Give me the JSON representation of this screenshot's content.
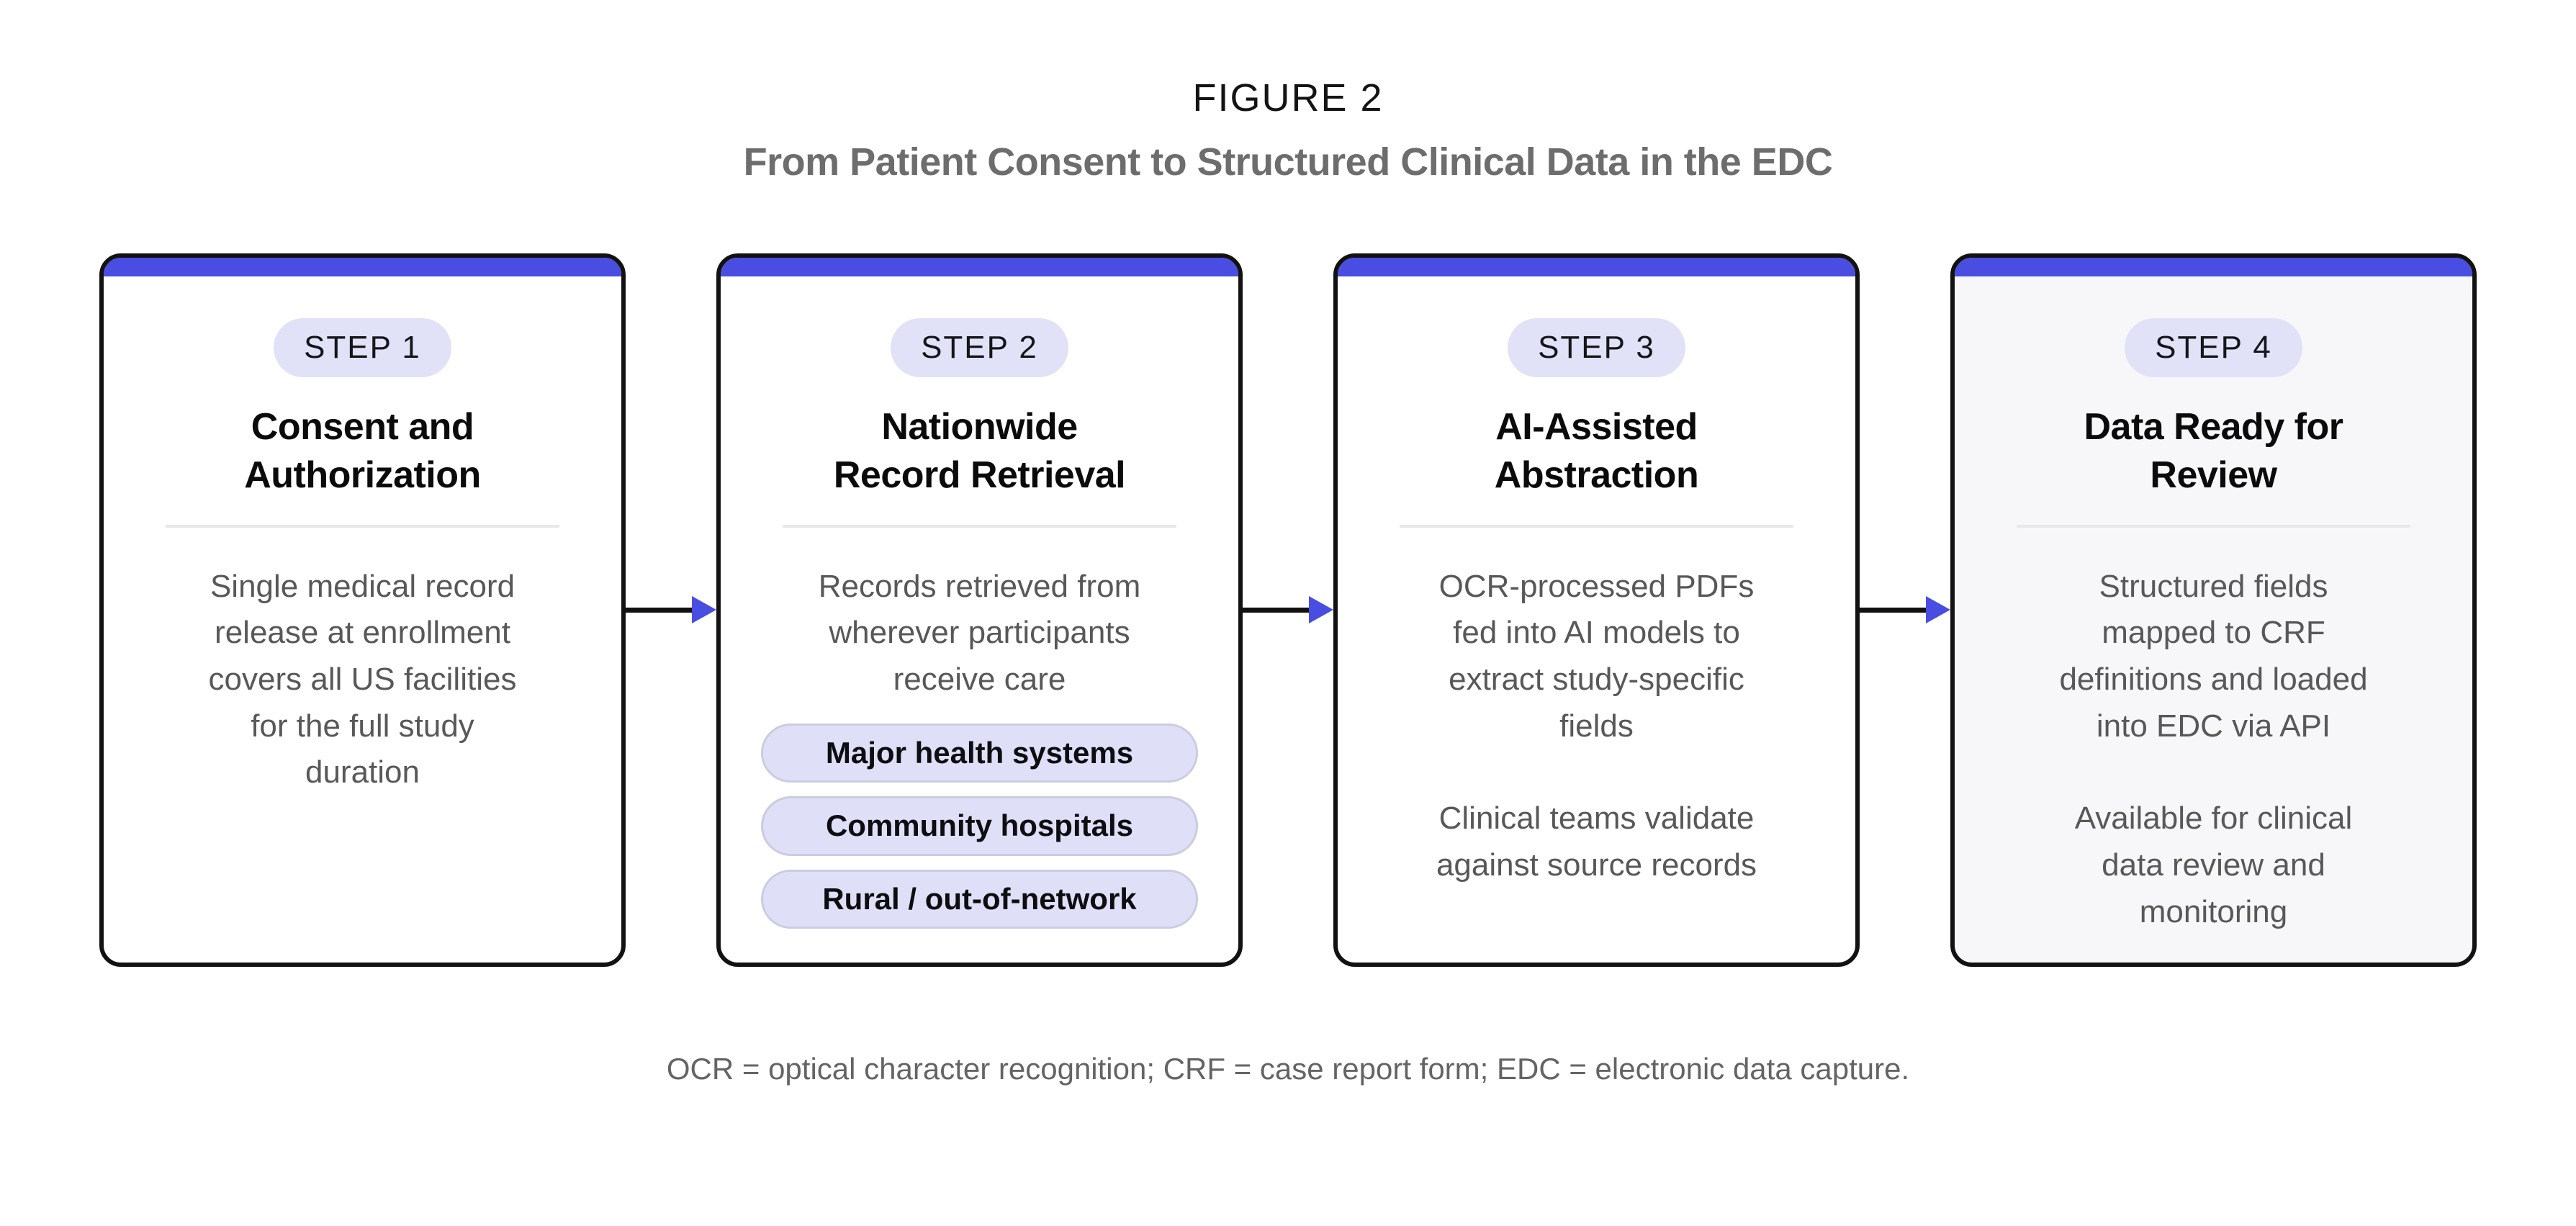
{
  "figure": {
    "label": "FIGURE 2",
    "title": "From Patient Consent to Structured Clinical Data in the EDC"
  },
  "colors": {
    "accent_indigo": "#4A4DE1",
    "badge_lavender": "#E1E2F8",
    "pill_lavender": "#DFE0F7",
    "card_border_black": "#121212",
    "body_text_gray": "#585858",
    "subtitle_gray": "#6D6D6D",
    "footnote_gray": "#646464",
    "step4_card_background": "#F7F7F9",
    "divider_gray": "#E8E8EA"
  },
  "steps": [
    {
      "badge": "STEP 1",
      "title_lines": [
        "Consent and",
        "Authorization"
      ],
      "paragraphs": [
        "Single medical record\nrelease at enrollment\ncovers all US facilities\nfor the full study\nduration"
      ]
    },
    {
      "badge": "STEP 2",
      "title_lines": [
        "Nationwide",
        "Record Retrieval"
      ],
      "paragraphs": [
        "Records retrieved from\nwherever participants\nreceive care"
      ],
      "pills": [
        "Major health systems",
        "Community hospitals",
        "Rural / out-of-network"
      ]
    },
    {
      "badge": "STEP 3",
      "title_lines": [
        "AI-Assisted",
        "Abstraction"
      ],
      "paragraphs": [
        "OCR-processed PDFs\nfed into AI models to\nextract study-specific\nfields",
        "Clinical teams validate\nagainst source records"
      ]
    },
    {
      "badge": "STEP 4",
      "title_lines": [
        "Data Ready for",
        "Review"
      ],
      "paragraphs": [
        "Structured fields\nmapped to CRF\ndefinitions and loaded\ninto EDC via API",
        "Available for clinical\ndata review and\nmonitoring"
      ]
    }
  ],
  "footnote": "OCR = optical character recognition; CRF = case report form; EDC = electronic data capture."
}
